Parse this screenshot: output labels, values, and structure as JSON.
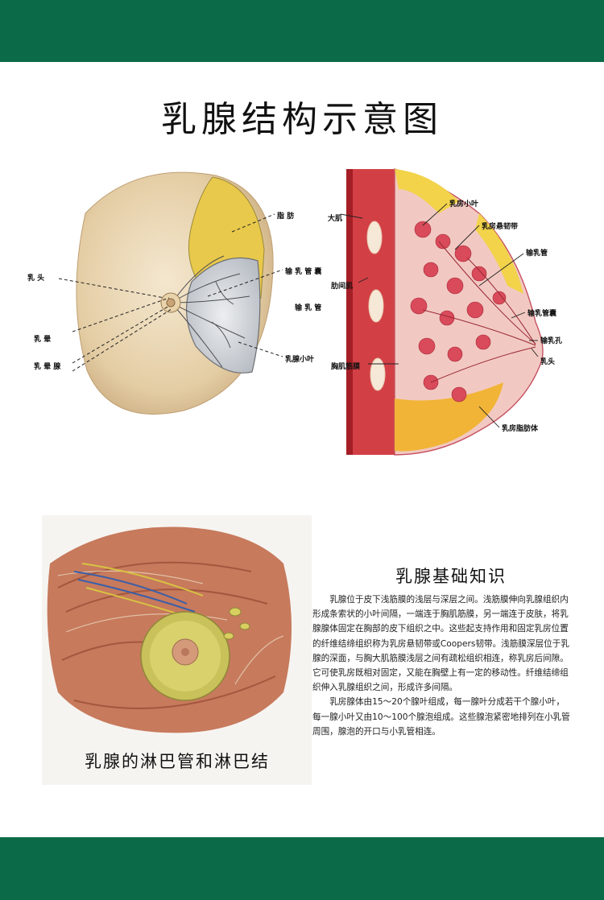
{
  "title": "乳腺结构示意图",
  "left_labels": {
    "ru_tou": "乳   头",
    "ru_yun": "乳   晕",
    "ru_yun_xian": "乳   晕 腺",
    "zhi_fang": "脂 肪",
    "shu_ru_guan_nang": "输 乳 管 囊",
    "shu_ru_guan": "输 乳 管",
    "ru_xian_xiao_ye": "乳腺小叶"
  },
  "right_labels": {
    "da_ji": "大肌",
    "lei_jian_ji": "肋间肌",
    "xiong_ji_jin_mo": "胸肌筋膜",
    "ru_fang_xiao_ye": "乳房小叶",
    "ru_fang_xuan_ren_dai": "乳房悬韧带",
    "shu_ru_guan": "输乳管",
    "shu_ru_guan_nang": "输乳管囊",
    "shu_ru_kong": "输乳孔",
    "ru_tou": "乳头",
    "ru_fang_zhi_fang_ti": "乳房脂肪体"
  },
  "lymph_caption": "乳腺的淋巴管和淋巴结",
  "knowledge": {
    "title": "乳腺基础知识",
    "paragraphs": [
      "乳腺位于皮下浅筋膜的浅层与深层之间。浅筋膜伸向乳腺组织内形成条索状的小叶间隔，一端连于胸肌筋膜，另一端连于皮肤，将乳腺腺体固定在胸部的皮下组织之中。这些起支持作用和固定乳房位置的纤维结缔组织称为乳房悬韧带或Coopers韧带。浅筋膜深层位于乳腺的深面，与胸大肌筋膜浅层之间有疏松组织相连，称乳房后间隙。它可使乳房既相对固定，又能在胸壁上有一定的移动性。纤维结缔组织伸入乳腺组织之间，形成许多间隔。",
      "乳房腺体由15～20个腺叶组成，每一腺叶分成若干个腺小叶，每一腺小叶又由10～100个腺泡组成。这些腺泡紧密地排列在小乳管周围，腺泡的开口与小乳管相连。"
    ]
  },
  "colors": {
    "band": "#0b6b48",
    "skin": "#e9d6b4",
    "fat": "#f2d34a",
    "muscle": "#c0282c",
    "lobule": "#d94a5a"
  }
}
